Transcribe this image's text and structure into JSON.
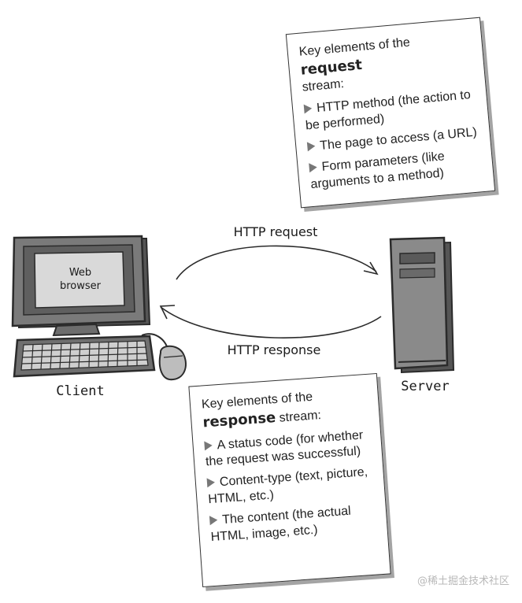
{
  "request_note": {
    "heading_prefix": "Key elements of the ",
    "heading_strong": "request",
    "heading_suffix": "stream:",
    "items": [
      "HTTP method (the action to be performed)",
      "The page to access (a URL)",
      "Form parameters (like arguments to a method)"
    ]
  },
  "response_note": {
    "heading_prefix": "Key elements of the",
    "heading_strong": "response",
    "heading_suffix": " stream:",
    "items": [
      "A status code (for whether the request was successful)",
      "Content-type (text, picture, HTML, etc.)",
      "The content (the actual HTML, image, etc.)"
    ]
  },
  "diagram": {
    "request_label": "HTTP request",
    "response_label": "HTTP response",
    "client_label": "Client",
    "server_label": "Server",
    "screen_line1": "Web",
    "screen_line2": "browser"
  },
  "watermark": "@稀土掘金技术社区",
  "colors": {
    "outline": "#2b2b2b",
    "monitor_body": "#7a7a7a",
    "screen_bg": "#d9d9d9",
    "server_body": "#8a8a8a",
    "bullet": "#777777"
  }
}
